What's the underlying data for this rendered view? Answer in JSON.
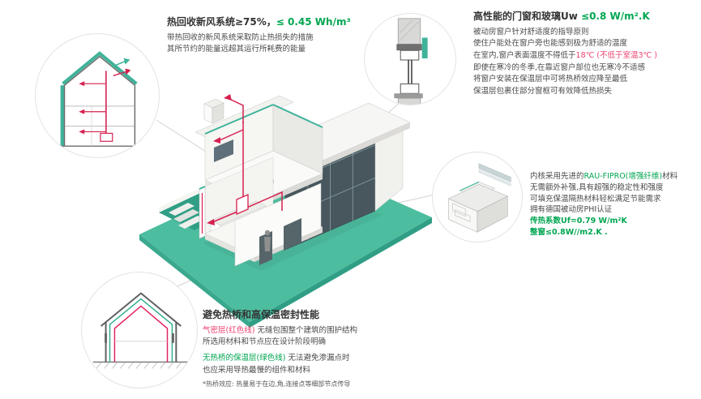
{
  "colors": {
    "accent_teal": "#3fb39a",
    "ground_green": "#4dbda0",
    "duct_red": "#d6204e",
    "text_red": "#ee3f6f",
    "text_green": "#00a651",
    "text_dark": "#333333"
  },
  "heat_recovery": {
    "title_black": "热回收新风系统≥75%，",
    "title_green": "≤ 0.45 Wh/m³",
    "body": [
      "带热回收的新风系统采取防止热损失的措施",
      "其所节约的能量远超其运行所耗费的能量"
    ]
  },
  "windows": {
    "title_black": "高性能的门窗和玻璃Uw ",
    "title_green": "≤0.8 W/m².K",
    "line1": "被动房窗户针对舒适度的指导原则",
    "line2": "使住户能处在窗户旁也能感到极为舒适的温度",
    "line3_black": "在室内,窗户表面温度不得低于",
    "line3_red": "18℃ (不低于室温3℃ )",
    "line4": "即使在寒冷的冬季,在靠近窗户部位也无寒冷不适感",
    "line5": "将窗户安装在保温层中可将热桥效应降至最低",
    "line6": "保温层包裹住部分窗框可有效降低热损失"
  },
  "material": {
    "line1_black_a": "内核采用先进的",
    "line1_green": "RAU-FIPRO(增强纤维)",
    "line1_black_b": "材料",
    "line2": "无需额外补强,具有超强的稳定性和强度",
    "line3": "可填充保温隔热材料轻松满足节能需求",
    "line4": "拥有德国被动房PHI认证",
    "line5_green": "传热系数Uf=0.79 W/m²K",
    "line6_green": "整窗≤0.8W//m2.K ."
  },
  "thermal_bridge": {
    "title": "避免热桥和高保温密封性能",
    "line1_red": "气密层(红色线)",
    "line1_black": " 无缝包围整个建筑的围护结构",
    "line2": "所选用材料和节点应在设计阶段明确",
    "line3_green": "无热桥的保温层(绿色线)",
    "line3_black": " 无法避免渗漏点时",
    "line4": "也应采用导热最慢的组件和材料",
    "note": "*热桥效应: 热量易于在边,角,连接点等细部节点传导"
  },
  "illustrations": {
    "main": "passive-house-isometric-cutaway",
    "inset_top_left": "ventilation-house-section",
    "inset_top_right": "window-installation-section",
    "inset_middle_right": "window-frame-profile",
    "inset_bottom_left": "thermal-envelope-house-section"
  }
}
